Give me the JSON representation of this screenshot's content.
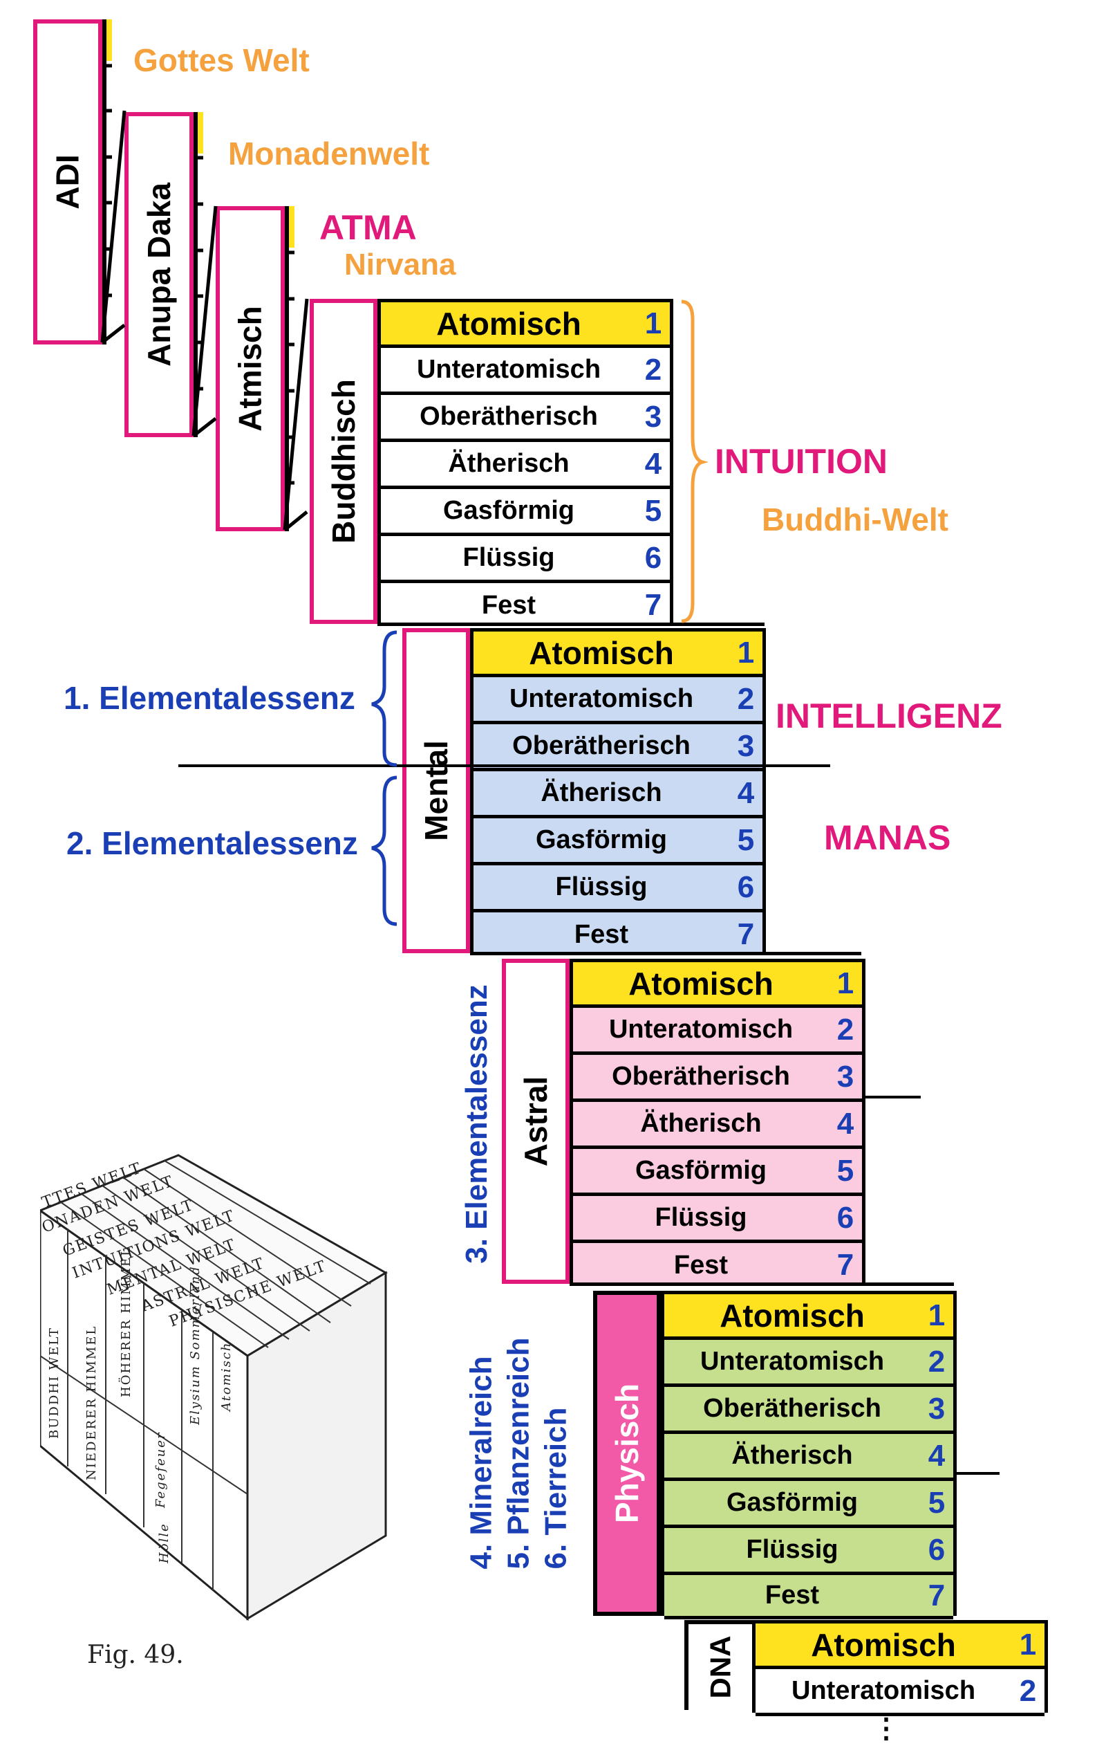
{
  "colors": {
    "pink": "#e0197b",
    "orange": "#f4a13e",
    "blue": "#1a3fb5",
    "yellow": "#ffe21f",
    "blue_fill": "#c9daf2",
    "pink_fill": "#fbcce0",
    "green_fill": "#c6df8f",
    "physisch_fill": "#f25aa8"
  },
  "top_planes": {
    "adi": "ADI",
    "anupa": "Anupa Daka",
    "atmisch": "Atmisch"
  },
  "world_labels": {
    "gottes": "Gottes Welt",
    "monaden": "Monadenwelt",
    "atma": "ATMA",
    "nirvana": "Nirvana"
  },
  "planes": [
    {
      "name": "Buddhisch",
      "rows": [
        {
          "label": "Atomisch",
          "num": "1"
        },
        {
          "label": "Unteratomisch",
          "num": "2"
        },
        {
          "label": "Oberätherisch",
          "num": "3"
        },
        {
          "label": "Ätherisch",
          "num": "4"
        },
        {
          "label": "Gasförmig",
          "num": "5"
        },
        {
          "label": "Flüssig",
          "num": "6"
        },
        {
          "label": "Fest",
          "num": "7"
        }
      ]
    },
    {
      "name": "Mental",
      "rows": [
        {
          "label": "Atomisch",
          "num": "1"
        },
        {
          "label": "Unteratomisch",
          "num": "2"
        },
        {
          "label": "Oberätherisch",
          "num": "3"
        },
        {
          "label": "Ätherisch",
          "num": "4"
        },
        {
          "label": "Gasförmig",
          "num": "5"
        },
        {
          "label": "Flüssig",
          "num": "6"
        },
        {
          "label": "Fest",
          "num": "7"
        }
      ]
    },
    {
      "name": "Astral",
      "rows": [
        {
          "label": "Atomisch",
          "num": "1"
        },
        {
          "label": "Unteratomisch",
          "num": "2"
        },
        {
          "label": "Oberätherisch",
          "num": "3"
        },
        {
          "label": "Ätherisch",
          "num": "4"
        },
        {
          "label": "Gasförmig",
          "num": "5"
        },
        {
          "label": "Flüssig",
          "num": "6"
        },
        {
          "label": "Fest",
          "num": "7"
        }
      ]
    },
    {
      "name": "Physisch",
      "rows": [
        {
          "label": "Atomisch",
          "num": "1"
        },
        {
          "label": "Unteratomisch",
          "num": "2"
        },
        {
          "label": "Oberätherisch",
          "num": "3"
        },
        {
          "label": "Ätherisch",
          "num": "4"
        },
        {
          "label": "Gasförmig",
          "num": "5"
        },
        {
          "label": "Flüssig",
          "num": "6"
        },
        {
          "label": "Fest",
          "num": "7"
        }
      ]
    },
    {
      "name": "DNA",
      "rows": [
        {
          "label": "Atomisch",
          "num": "1"
        },
        {
          "label": "Unteratomisch",
          "num": "2"
        }
      ]
    }
  ],
  "annotations": {
    "intuition": "INTUITION",
    "buddhi_welt": "Buddhi-Welt",
    "intelligenz": "INTELLIGENZ",
    "manas": "MANAS",
    "elem1": "1. Elementalessenz",
    "elem2": "2. Elementalessenz",
    "elem3": "3. Elementalessenz",
    "mineral": "4. Mineralreich",
    "pflanzen": "5. Pflanzenreich",
    "tier": "6. Tierreich",
    "dots": "⋮"
  },
  "cube": {
    "caption": "Fig. 49.",
    "top_labels": [
      "TTES WELT",
      "ONADEN WELT",
      "GEISTES WELT",
      "INTUITIONS WELT",
      "MENTAL WELT",
      "ASTRAL WELT",
      "PHYSISCHE WELT"
    ],
    "side_columns": [
      "BUDDHI WELT",
      "NIEDERER HIMMEL",
      "HÖHERER HIMMEL",
      "Fegefeuer",
      "Hölle",
      "Elysium Sommerland",
      "Atomisch"
    ]
  }
}
